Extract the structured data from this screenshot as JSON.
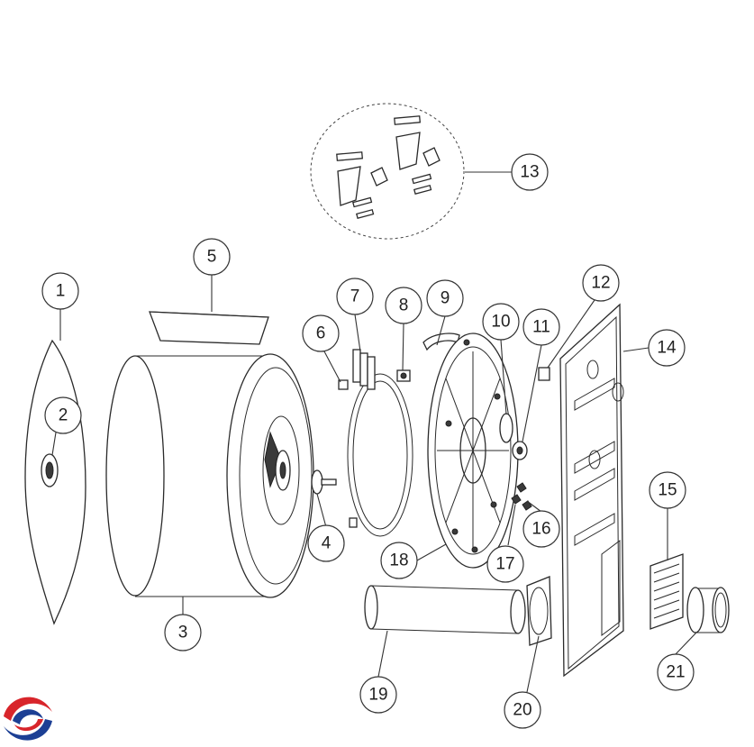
{
  "callouts": [
    {
      "id": "1",
      "label": "1"
    },
    {
      "id": "2",
      "label": "2"
    },
    {
      "id": "3",
      "label": "3"
    },
    {
      "id": "4",
      "label": "4"
    },
    {
      "id": "5",
      "label": "5"
    },
    {
      "id": "6",
      "label": "6"
    },
    {
      "id": "7",
      "label": "7"
    },
    {
      "id": "8",
      "label": "8"
    },
    {
      "id": "9",
      "label": "9"
    },
    {
      "id": "10",
      "label": "10"
    },
    {
      "id": "11",
      "label": "11"
    },
    {
      "id": "12",
      "label": "12"
    },
    {
      "id": "13",
      "label": "13"
    },
    {
      "id": "14",
      "label": "14"
    },
    {
      "id": "15",
      "label": "15"
    },
    {
      "id": "16",
      "label": "16"
    },
    {
      "id": "17",
      "label": "17"
    },
    {
      "id": "18",
      "label": "18"
    },
    {
      "id": "19",
      "label": "19"
    },
    {
      "id": "20",
      "label": "20"
    },
    {
      "id": "21",
      "label": "21"
    }
  ],
  "colors": {
    "line": "#2a2a2a",
    "logo_red": "#d8252b",
    "logo_blue": "#1c3f94"
  },
  "logo": {
    "icon": "brand-swirl-icon"
  }
}
